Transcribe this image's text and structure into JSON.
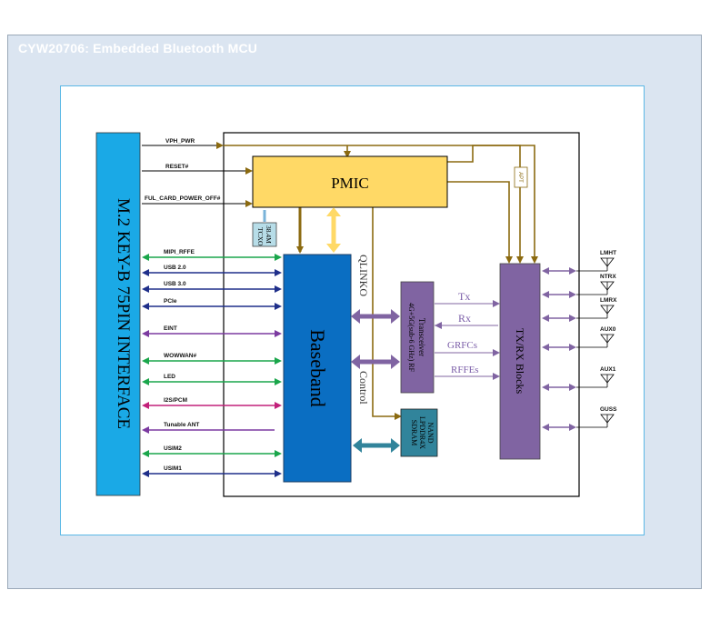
{
  "title": "CYW20706: Embedded Bluetooth MCU",
  "blocks": {
    "m2": "M.2 KEY-B 75PIN INTERFACE",
    "pmic": "PMIC",
    "tcxo": [
      "38.4M",
      "TCXO"
    ],
    "baseband": "Baseband",
    "transceiver": [
      "Transceiver",
      "4G+5G(sub-6 GHz) RF"
    ],
    "lpddr": [
      "NAND",
      "LPDDR4X",
      "SDRAM"
    ],
    "txrx": "TX/RX Blocks",
    "apt": "APT"
  },
  "signals": {
    "vph_pwr": "VPH_PWR",
    "reset": "RESET#",
    "full_card_power_off": "FUL_CARD_POWER_OFF#",
    "qlink": "QLINKO",
    "control": "Control",
    "tx": "Tx",
    "rx": "Rx",
    "grfcs": "GRFCs",
    "rffes": "RFFEs"
  },
  "interfaces": [
    {
      "label": "MIPI_RFFE",
      "color": "#1aa64b"
    },
    {
      "label": "USB 2.0",
      "color": "#1f2f8a"
    },
    {
      "label": "USB 3.0",
      "color": "#1f2f8a"
    },
    {
      "label": "PCIe",
      "color": "#1f2f8a"
    },
    {
      "label": "EINT",
      "color": "#7b3aa0"
    },
    {
      "label": "WOWWAN#",
      "color": "#1aa64b"
    },
    {
      "label": "LED",
      "color": "#1aa64b"
    },
    {
      "label": "I2S/PCM",
      "color": "#c2207a"
    },
    {
      "label": "Tunable ANT",
      "color": "#7b3aa0"
    },
    {
      "label": "USIM2",
      "color": "#1aa64b"
    },
    {
      "label": "USIM1",
      "color": "#1f2f8a"
    }
  ],
  "antennas": [
    "LMHT",
    "NTRX",
    "LMRX",
    "AUX0",
    "AUX1",
    "GUSS"
  ],
  "colors": {
    "m2": "#1aa9e6",
    "pmic": "#ffd966",
    "baseband": "#0a6ec2",
    "purple_block": "#8064a2",
    "tcxo": "#b7dde8",
    "lpddr": "#31849b",
    "power_line": "#8b6a10"
  }
}
